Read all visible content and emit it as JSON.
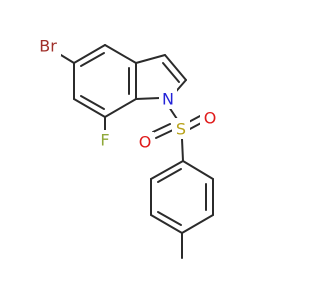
{
  "molecule": {
    "colors": {
      "bond": "#2b2b2b",
      "bromine": "#a0302a",
      "fluorine": "#8fa83a",
      "nitrogen": "#2323d8",
      "sulfur": "#b8a21a",
      "oxygen": "#e01b1b"
    },
    "atoms": {
      "br": "Br",
      "f": "F",
      "n": "N",
      "s": "S",
      "o_left": "O",
      "o_right": "O"
    }
  }
}
